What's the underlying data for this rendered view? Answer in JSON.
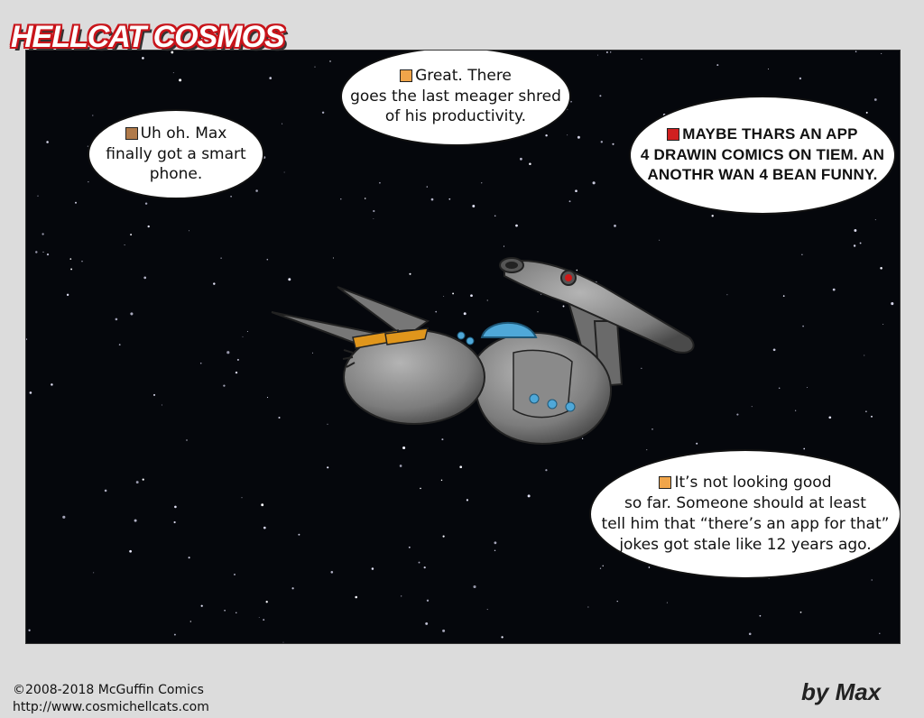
{
  "header": {
    "logo_text": "HELLCAT COSMOS"
  },
  "colors": {
    "space": "#05070c",
    "logo_red": "#c8141a",
    "hull": "#8a8a8a",
    "dome": "#4fa8d8",
    "stripe": "#e0961c"
  },
  "bubbles": [
    {
      "avatar": "brunette-cat-avatar-icon",
      "text": "Uh oh. Max\nfinally got a smart\nphone."
    },
    {
      "avatar": "orange-cat-avatar-icon",
      "text": "Great. There\ngoes the last meager shred\nof his productivity."
    },
    {
      "avatar": "red-cat-avatar-icon",
      "text": "MAYBE THARS AN APP\n4 DRAWIN COMICS ON TIEM. AN\nANOTHR WAN 4 BEAN FUNNY."
    },
    {
      "avatar": "orange-cat-avatar-icon",
      "text": "It’s not looking good\nso far. Someone should at least\ntell him that “there’s an app for that”\njokes got stale like 12 years ago."
    }
  ],
  "footer": {
    "copyright": "©2008-2018 McGuffin Comics",
    "url": "http://www.cosmichellcats.com",
    "byline": "by Max"
  }
}
